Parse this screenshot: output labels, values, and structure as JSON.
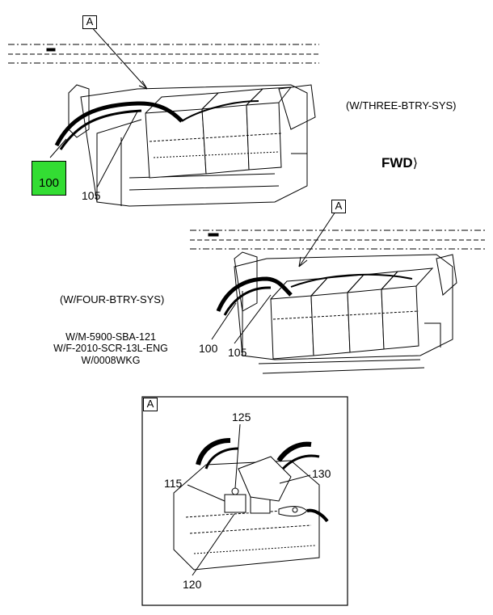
{
  "labels": {
    "detail_ref_top": "A",
    "detail_ref_mid": "A",
    "detail_box_label": "A",
    "three_battery": "(W/THREE-BTRY-SYS)",
    "four_battery": "(W/FOUR-BTRY-SYS)",
    "fwd": "FWD",
    "fwd_arrow": "⟩",
    "notes": [
      "W/M-5900-SBA-121",
      "W/F-2010-SCR-13L-ENG",
      "W/0008WKG"
    ]
  },
  "callouts": {
    "c100_top": "100",
    "c105_top": "105",
    "c100_mid": "100",
    "c105_mid": "105",
    "c125": "125",
    "c130": "130",
    "c115": "115",
    "c120": "120"
  },
  "colors": {
    "highlight": "#33dd33",
    "line": "#000000"
  }
}
